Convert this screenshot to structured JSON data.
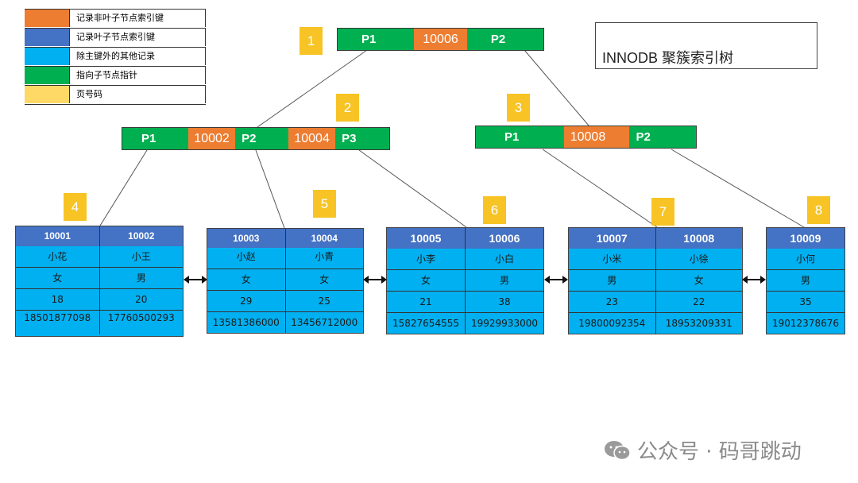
{
  "legend": [
    {
      "color": "#ed7d31",
      "label": "记录非叶子节点索引键"
    },
    {
      "color": "#4472c4",
      "label": "记录叶子节点索引键"
    },
    {
      "color": "#00b0f0",
      "label": "除主键外的其他记录"
    },
    {
      "color": "#00b050",
      "label": "指向子节点指针"
    },
    {
      "color": "#ffd966",
      "label": "页号码"
    }
  ],
  "title": "INNODB 聚簇索引树",
  "page_numbers": [
    "1",
    "2",
    "3",
    "4",
    "5",
    "6",
    "7",
    "8"
  ],
  "root": {
    "p1": "P1",
    "key": "10006",
    "p2": "P2"
  },
  "node2": {
    "p1": "P1",
    "key1": "10002",
    "p2": "P2",
    "key2": "10004",
    "p3": "P3"
  },
  "node3": {
    "p1": "P1",
    "key": "10008",
    "p2": "P2"
  },
  "leaves": [
    {
      "cols": [
        {
          "id": "10001",
          "name": "小花",
          "sex": "女",
          "age": "18",
          "phone": "18501877098"
        },
        {
          "id": "10002",
          "name": "小王",
          "sex": "男",
          "age": "20",
          "phone": "17760500293"
        }
      ]
    },
    {
      "cols": [
        {
          "id": "10003",
          "name": "小赵",
          "sex": "女",
          "age": "29",
          "phone": "13581386000"
        },
        {
          "id": "10004",
          "name": "小青",
          "sex": "女",
          "age": "25",
          "phone": "13456712000"
        }
      ]
    },
    {
      "cols": [
        {
          "id": "10005",
          "name": "小李",
          "sex": "女",
          "age": "21",
          "phone": "15827654555"
        },
        {
          "id": "10006",
          "name": "小白",
          "sex": "男",
          "age": "38",
          "phone": "19929933000"
        }
      ]
    },
    {
      "cols": [
        {
          "id": "10007",
          "name": "小米",
          "sex": "男",
          "age": "23",
          "phone": "19800092354"
        },
        {
          "id": "10008",
          "name": "小徐",
          "sex": "女",
          "age": "22",
          "phone": "18953209331"
        }
      ]
    },
    {
      "cols": [
        {
          "id": "10009",
          "name": "小何",
          "sex": "男",
          "age": "35",
          "phone": "19012378676"
        }
      ]
    }
  ],
  "watermark": "公众号 · 码哥跳动",
  "colors": {
    "pointer": "#00b050",
    "key": "#ed7d31",
    "leaf_header": "#4472c4",
    "leaf_body": "#00b0f0",
    "page_number": "#f7c325"
  }
}
